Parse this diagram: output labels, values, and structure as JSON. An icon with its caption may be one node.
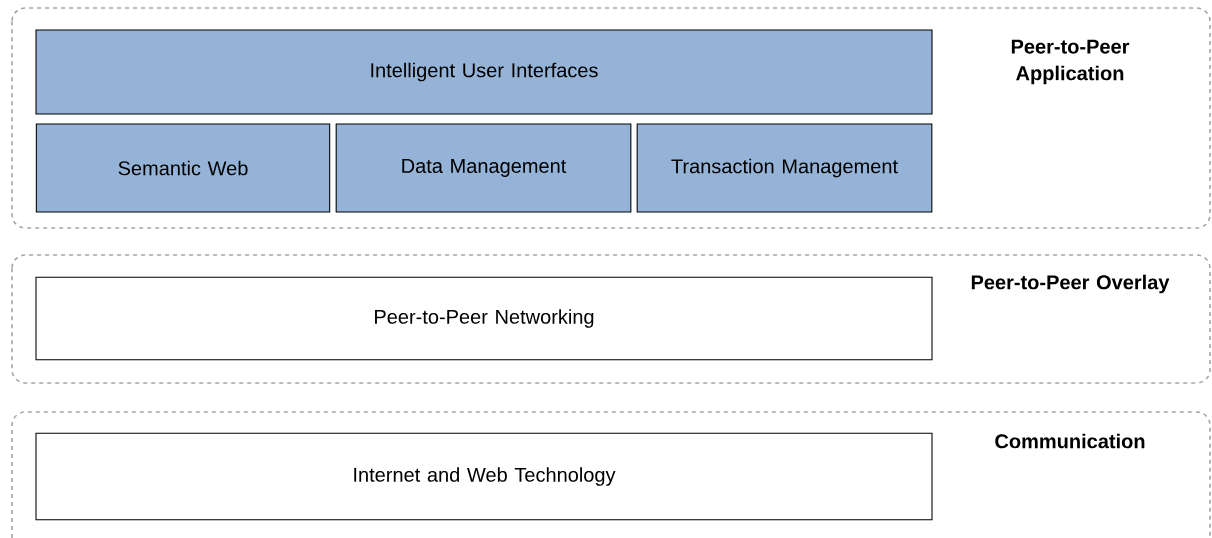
{
  "diagram": {
    "nodes": [
      {
        "text": [
          "Peer-to-Peer Application"
        ]
      },
      {
        "text": [
          "Intelligent User Interfaces"
        ],
        "in": 0
      },
      {
        "text": [
          "Semantic Web"
        ],
        "in": 0
      },
      {
        "text": [
          "Data Management"
        ],
        "in": 0
      },
      {
        "text": [
          "Transaction Management"
        ],
        "in": 0
      },
      {
        "text": [
          "Peer-to-Peer Overlay"
        ]
      },
      {
        "text": [
          "Peer-to-Peer Networking"
        ],
        "in": 5
      },
      {
        "text": [
          "Communication"
        ]
      },
      {
        "text": [
          "Internet and Web Technology"
        ],
        "in": 7
      }
    ]
  }
}
